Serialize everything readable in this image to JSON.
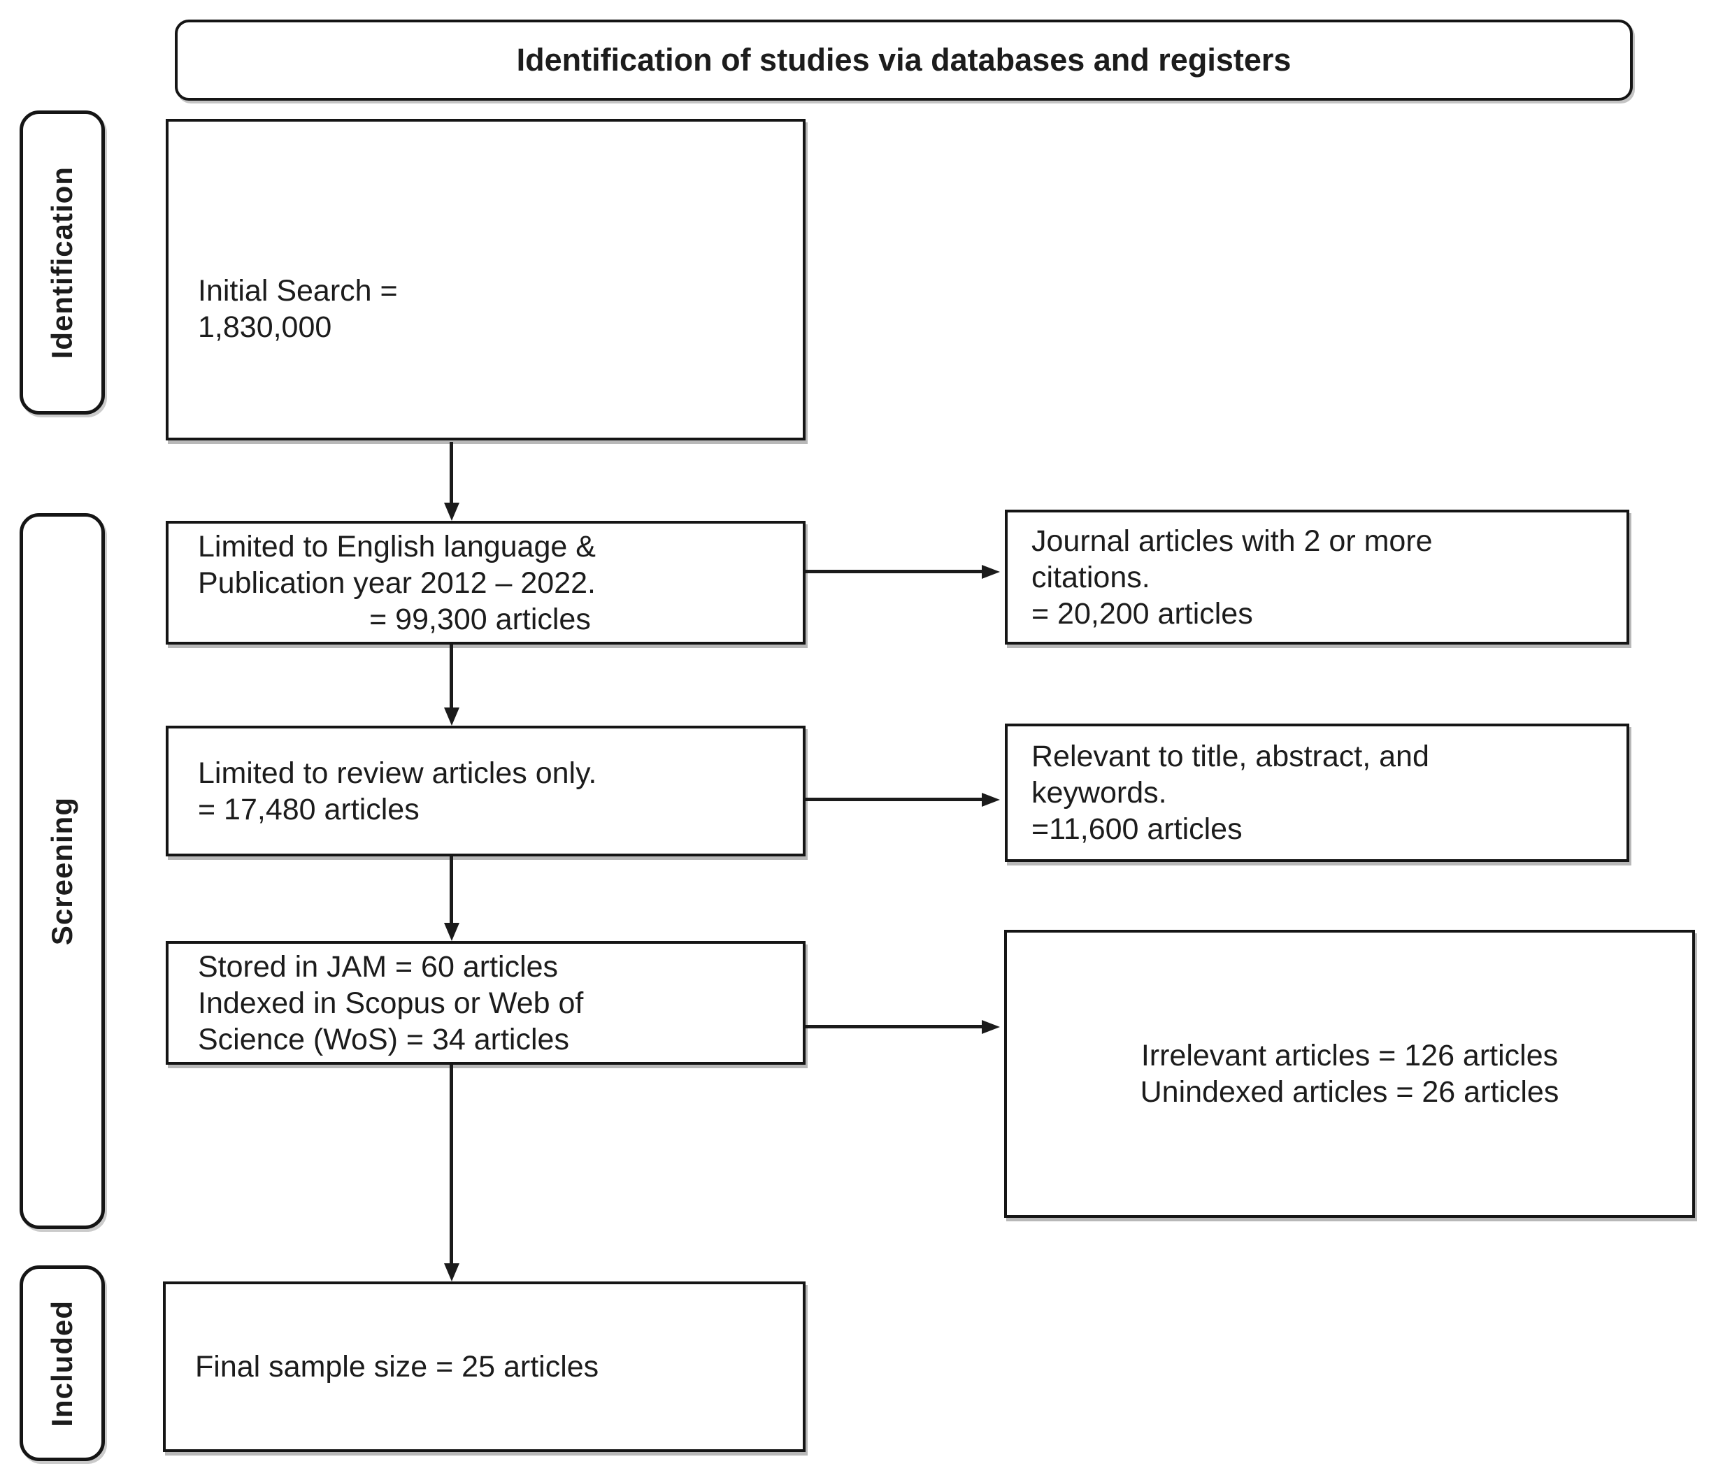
{
  "title": "Identification of studies via databases and registers",
  "stages": {
    "identification": "Identification",
    "screening": "Screening",
    "included": "Included"
  },
  "flow": {
    "initial_search": {
      "lines": [
        "Initial Search =",
        "1,830,000"
      ]
    },
    "english_limit": {
      "lines": [
        "Limited to English language &",
        "Publication year 2012 – 2022.",
        "= 99,300 articles"
      ]
    },
    "review_limit": {
      "lines": [
        "Limited to review articles only.",
        "= 17,480 articles"
      ]
    },
    "stored_indexed": {
      "lines": [
        "Stored in JAM = 60 articles",
        "Indexed in Scopus or Web of",
        "Science (WoS) = 34 articles"
      ]
    },
    "final_sample": {
      "lines": [
        "Final sample size = 25 articles"
      ]
    }
  },
  "side": {
    "journal_citations": {
      "lines": [
        "Journal articles with 2 or more",
        "citations.",
        "= 20,200 articles"
      ]
    },
    "relevant_keywords": {
      "lines": [
        "Relevant to title, abstract, and",
        "keywords.",
        "=11,600 articles"
      ]
    },
    "excluded": {
      "lines": [
        "Irrelevant articles = 126 articles",
        "Unindexed articles = 26 articles"
      ]
    }
  },
  "colors": {
    "border": "#151515",
    "shadow": "#7d7d7d",
    "background": "#ffffff",
    "text": "#1c1c1c"
  }
}
